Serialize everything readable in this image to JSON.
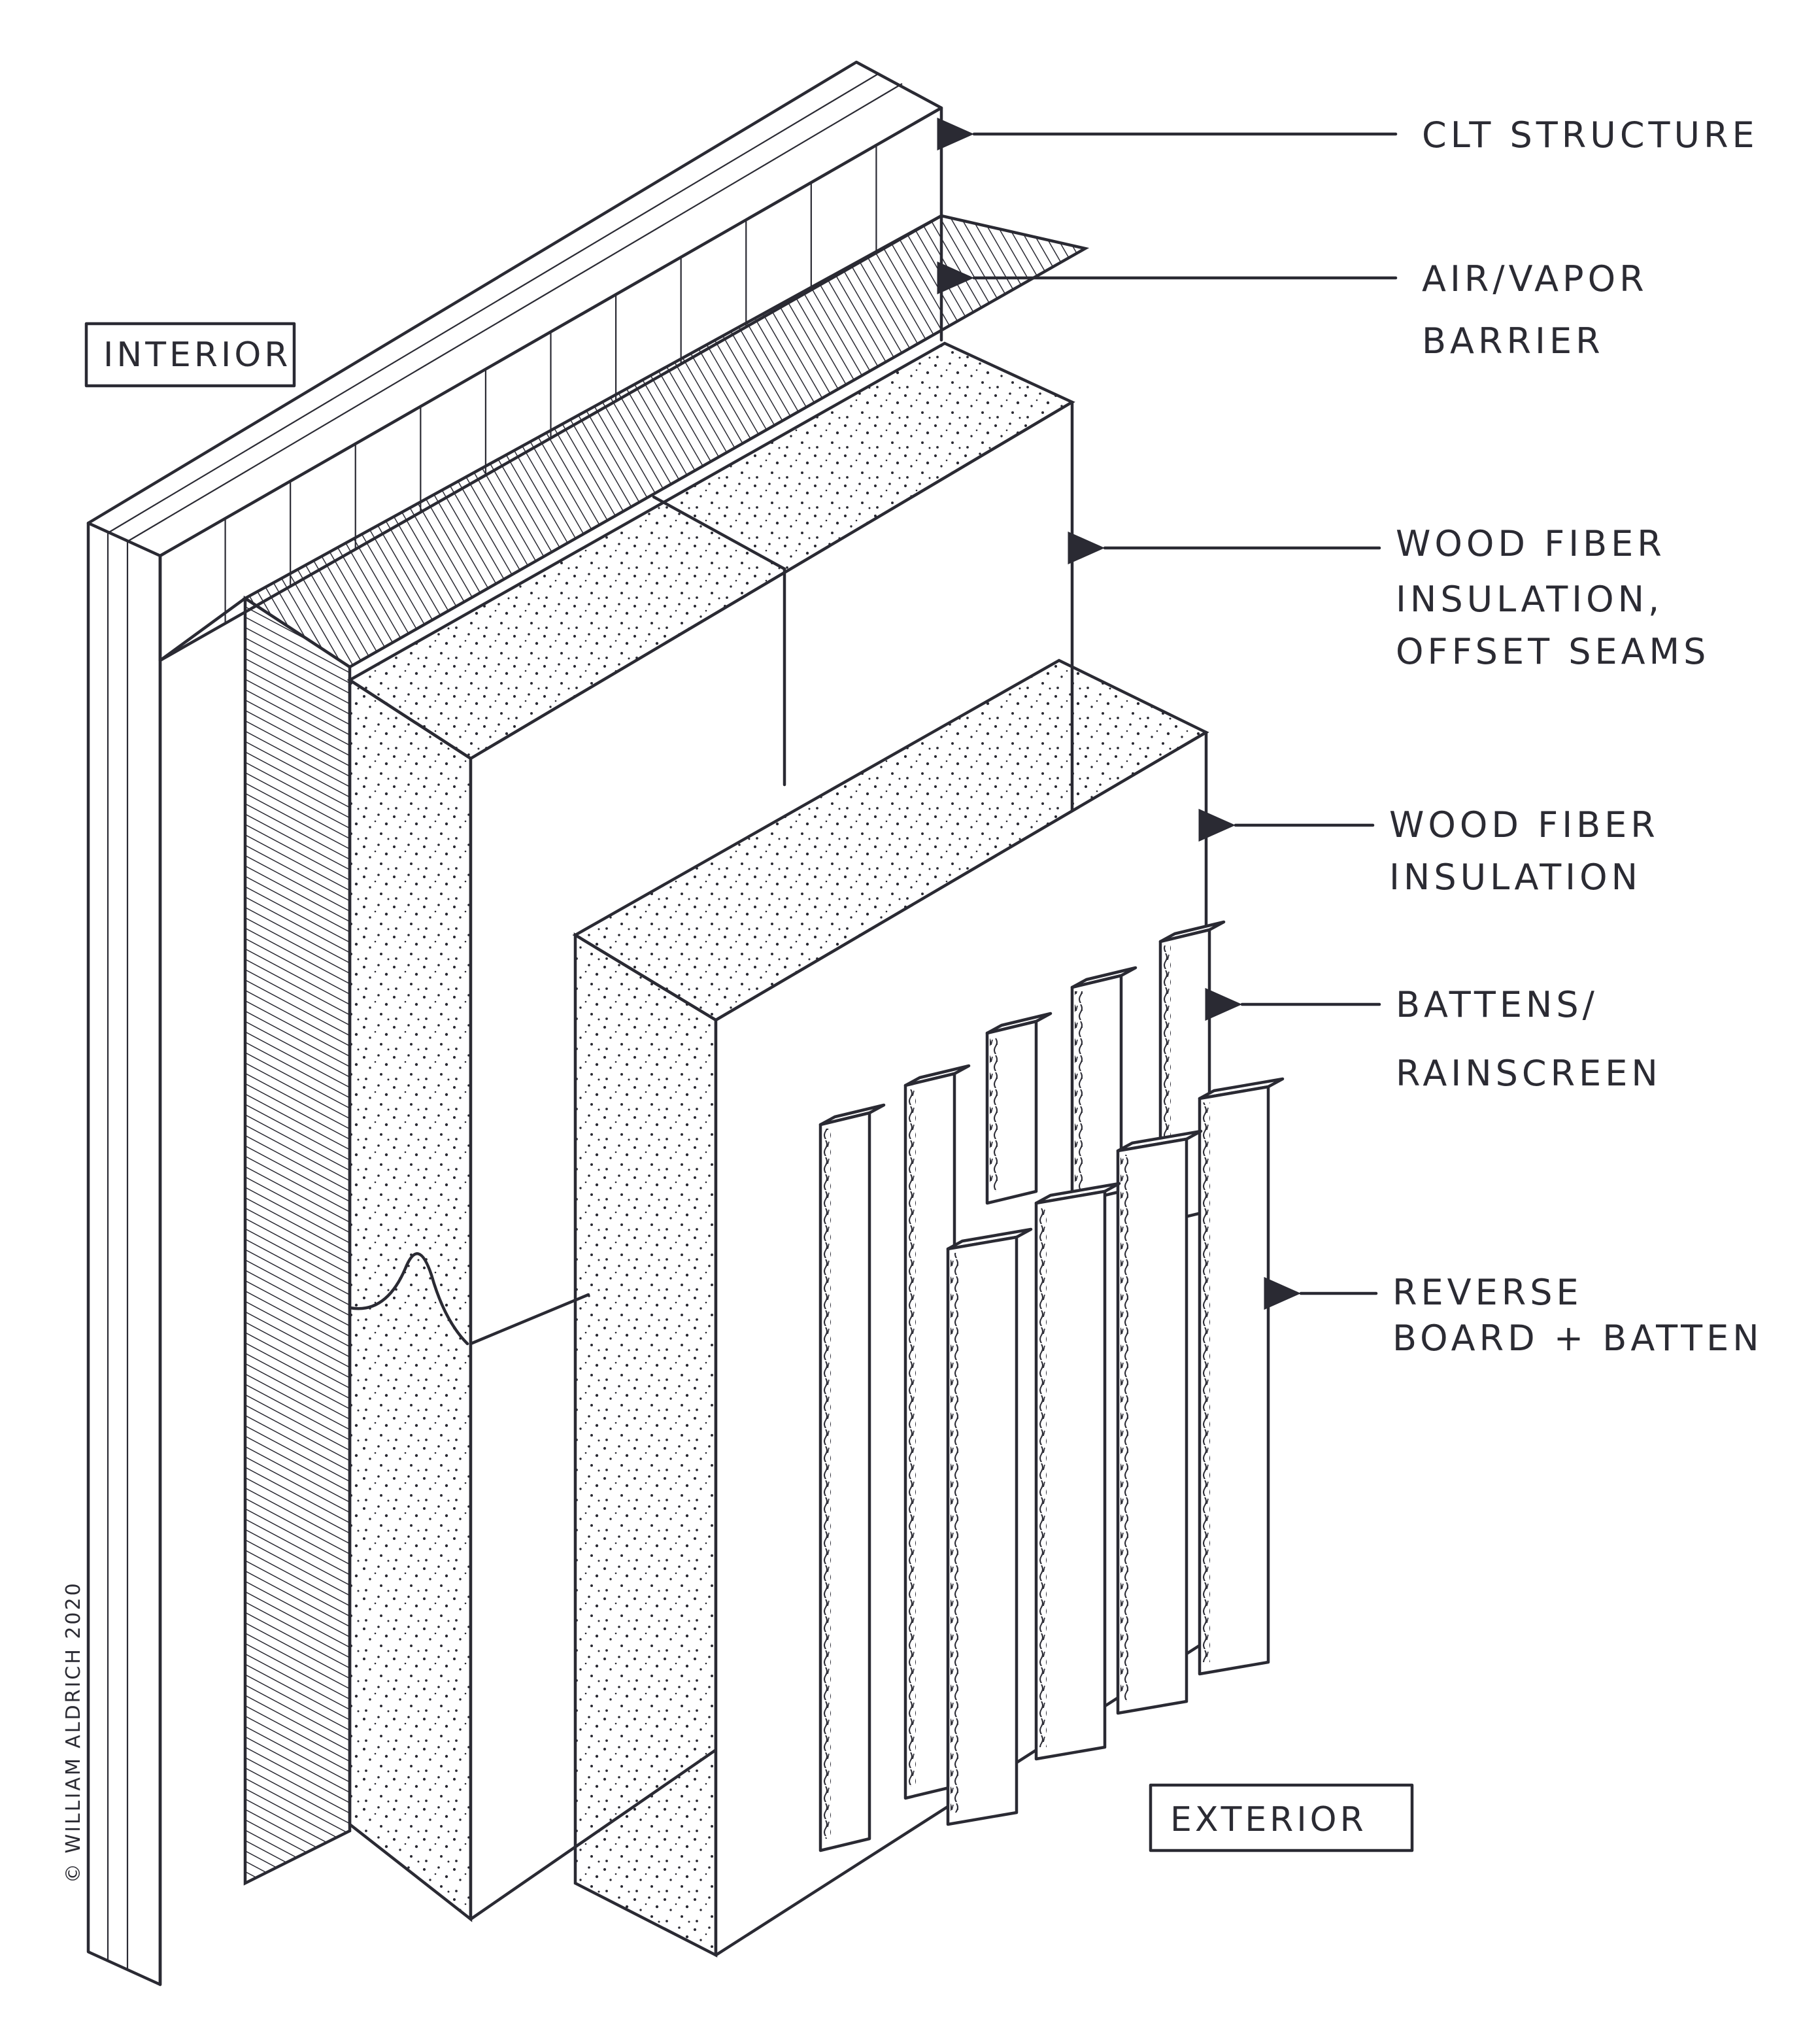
{
  "diagram": {
    "tags": {
      "interior": "INTERIOR",
      "exterior": "EXTERIOR"
    },
    "callouts": [
      {
        "id": "clt",
        "lines": [
          "CLT STRUCTURE"
        ]
      },
      {
        "id": "barrier",
        "lines": [
          "AIR/VAPOR",
          "BARRIER"
        ]
      },
      {
        "id": "insulation-offset",
        "lines": [
          "WOOD FIBER",
          "INSULATION,",
          "OFFSET SEAMS"
        ]
      },
      {
        "id": "insulation",
        "lines": [
          "WOOD FIBER",
          "INSULATION"
        ]
      },
      {
        "id": "battens",
        "lines": [
          "BATTENS/",
          "RAINSCREEN"
        ]
      },
      {
        "id": "board-batten",
        "lines": [
          "REVERSE",
          "BOARD + BATTEN"
        ]
      }
    ],
    "copyright": "© WILLIAM ALDRICH 2020",
    "colors": {
      "ink": "#2a2a33",
      "paper": "#ffffff"
    }
  }
}
